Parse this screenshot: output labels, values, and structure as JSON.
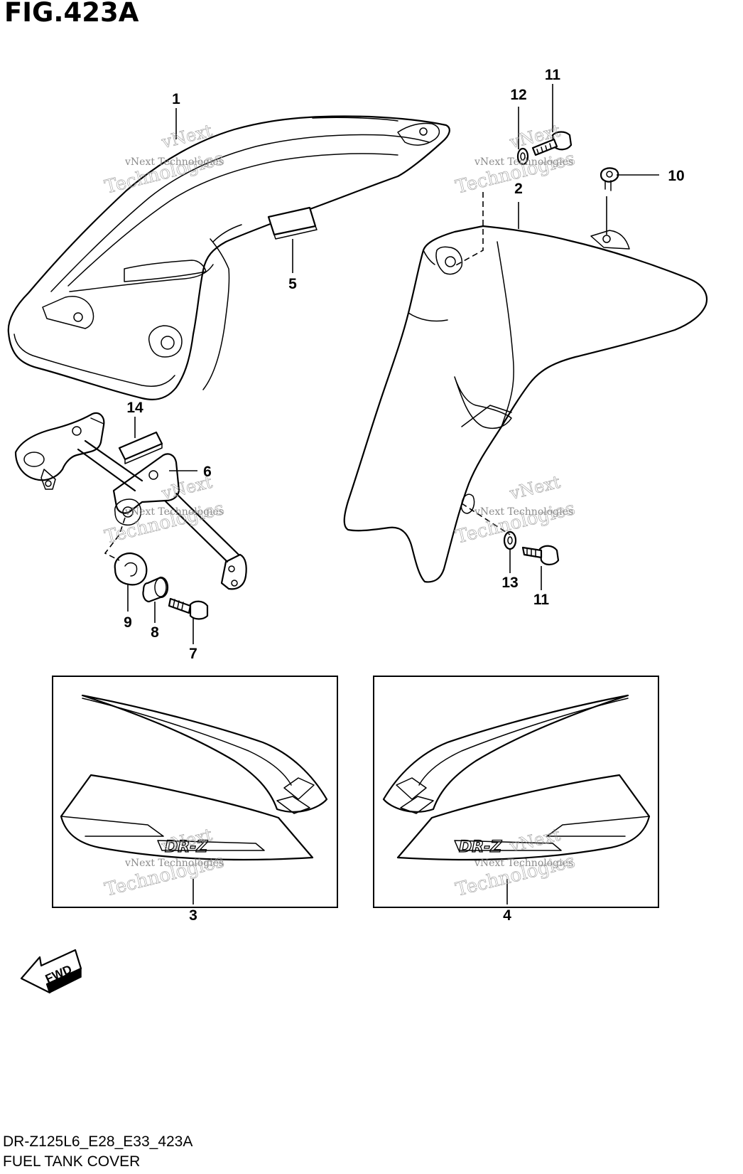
{
  "figure": {
    "title": "FIG.423A",
    "model_code": "DR-Z125L6_E28_E33_423A",
    "caption": "FUEL TANK COVER",
    "fwd_label": "FWD"
  },
  "watermark": {
    "line1": "vNext",
    "line2": "vNext Technologies",
    "line3": "Technologies"
  },
  "decal_text": "DR-Z",
  "callouts": [
    {
      "id": "c1",
      "label": "1"
    },
    {
      "id": "c2",
      "label": "2"
    },
    {
      "id": "c3",
      "label": "3"
    },
    {
      "id": "c4",
      "label": "4"
    },
    {
      "id": "c5",
      "label": "5"
    },
    {
      "id": "c6",
      "label": "6"
    },
    {
      "id": "c7",
      "label": "7"
    },
    {
      "id": "c8",
      "label": "8"
    },
    {
      "id": "c9",
      "label": "9"
    },
    {
      "id": "c10",
      "label": "10"
    },
    {
      "id": "c11a",
      "label": "11"
    },
    {
      "id": "c11b",
      "label": "11"
    },
    {
      "id": "c12",
      "label": "12"
    },
    {
      "id": "c13",
      "label": "13"
    },
    {
      "id": "c14",
      "label": "14"
    }
  ]
}
